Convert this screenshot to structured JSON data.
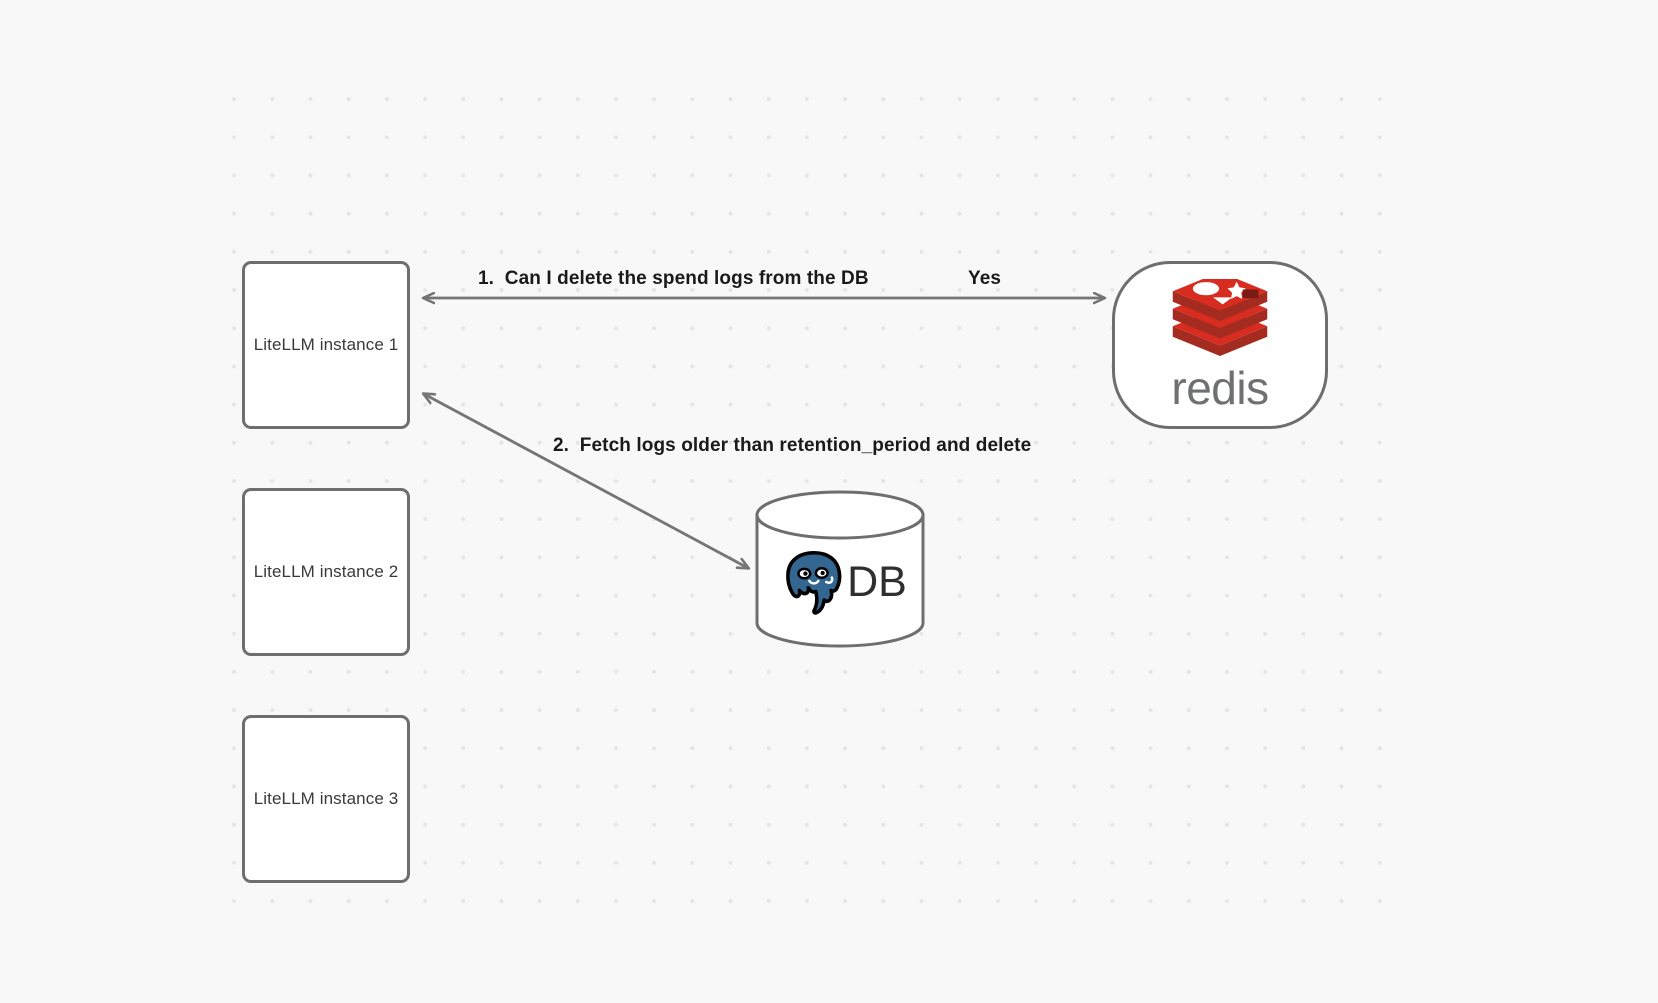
{
  "canvas": {
    "background_color": "#f8f8f8",
    "grid_dot_color": "#e4e4e6"
  },
  "diagram": {
    "type": "flow-diagram",
    "title": "",
    "nodes": [
      {
        "id": "litellm-1",
        "label": "LiteLLM instance 1",
        "shape": "rounded-rect"
      },
      {
        "id": "litellm-2",
        "label": "LiteLLM instance 2",
        "shape": "rounded-rect"
      },
      {
        "id": "litellm-3",
        "label": "LiteLLM instance 3",
        "shape": "rounded-rect"
      },
      {
        "id": "redis",
        "label": "redis",
        "shape": "rounded-rect-pill",
        "logo": "redis-logo",
        "brand_color": "#d82c20",
        "word_color": "#6f7072"
      },
      {
        "id": "db",
        "label": "DB",
        "shape": "cylinder",
        "logo": "postgresql-elephant-icon",
        "brand_color": "#336791"
      }
    ],
    "edges": [
      {
        "id": "edge-redis",
        "from": "litellm-1",
        "to": "redis",
        "direction": "bidirectional",
        "labels": [
          {
            "id": "step-1",
            "text": "1.  Can I delete the spend logs from the DB"
          },
          {
            "id": "answer",
            "text": "Yes"
          }
        ]
      },
      {
        "id": "edge-db",
        "from": "litellm-1",
        "to": "db",
        "direction": "bidirectional",
        "labels": [
          {
            "id": "step-2",
            "text": "2.  Fetch logs older than retention_period and delete"
          }
        ]
      }
    ]
  }
}
